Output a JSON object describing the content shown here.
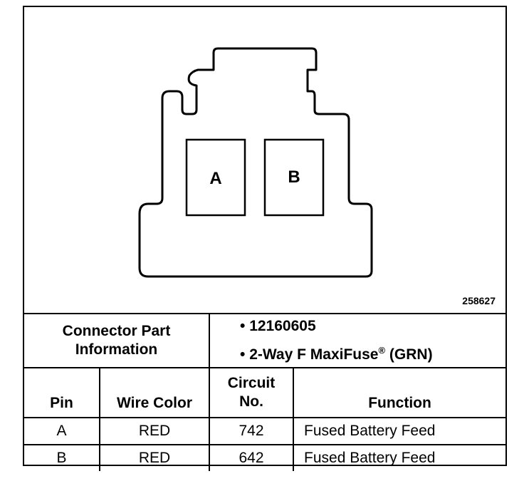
{
  "figure": {
    "pins": [
      "A",
      "B"
    ],
    "figure_id": "258627"
  },
  "connector_info": {
    "label": "Connector Part Information",
    "items": [
      "12160605",
      "2-Way F MaxiFuse",
      "(GRN)"
    ],
    "registered_mark": "®"
  },
  "table": {
    "headers": [
      "Pin",
      "Wire Color",
      "Circuit No.",
      "Function"
    ],
    "rows": [
      {
        "pin": "A",
        "wire_color": "RED",
        "circuit": "742",
        "function": "Fused Battery Feed"
      },
      {
        "pin": "B",
        "wire_color": "RED",
        "circuit": "642",
        "function": "Fused Battery Feed"
      }
    ]
  }
}
